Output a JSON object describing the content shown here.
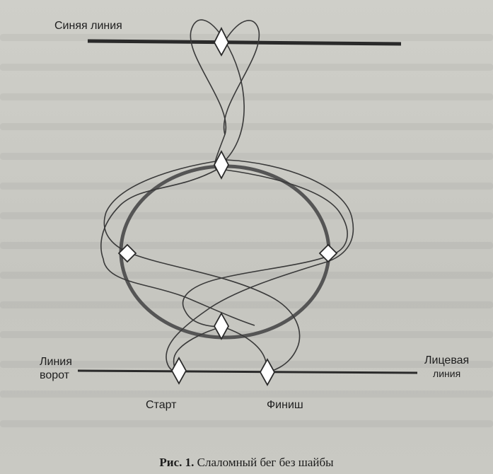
{
  "labels": {
    "blue_line": "Синяя линия",
    "goal_line_1": "Линия",
    "goal_line_2": "ворот",
    "face_line_1": "Лицевая",
    "face_line_2": "линия",
    "start": "Старт",
    "finish": "Финиш"
  },
  "caption": {
    "figure": "Рис. 1.",
    "text": "Слаломный бег без шайбы"
  },
  "colors": {
    "ink": "#2a2a2a",
    "circle": "#555555",
    "paper": "#c9c9c3"
  },
  "icons": [
    "diamond-marker"
  ]
}
